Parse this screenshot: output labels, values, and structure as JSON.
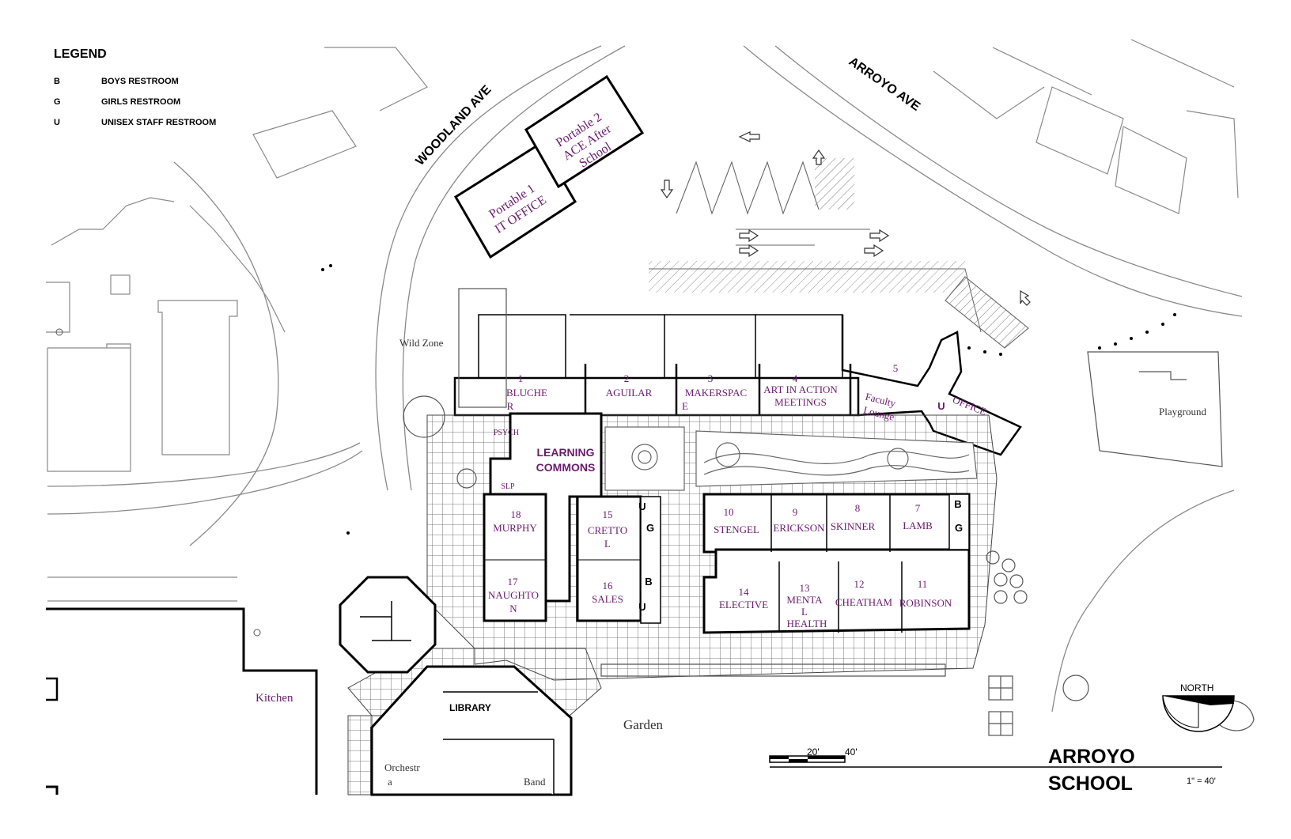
{
  "legend": {
    "title": "LEGEND",
    "items": [
      {
        "code": "B",
        "label": "BOYS RESTROOM"
      },
      {
        "code": "G",
        "label": "GIRLS RESTROOM"
      },
      {
        "code": "U",
        "label": "UNISEX STAFF RESTROOM"
      }
    ]
  },
  "streets": {
    "woodland": "WOODLAND AVE",
    "arroyo": "ARROYO AVE"
  },
  "portables": {
    "p1_line1": "Portable 1",
    "p1_line2": "IT OFFICE",
    "p2_line1": "Portable 2",
    "p2_line2": "ACE After",
    "p2_line3": "School"
  },
  "rooms": {
    "r1_num": "1",
    "r1_a": "BLUCHE",
    "r1_b": "R",
    "r2_num": "2",
    "r2": "AGUILAR",
    "r3_num": "3",
    "r3_a": "MAKERSPAC",
    "r3_b": "E",
    "r4_num": "4",
    "r4_a": "ART IN ACTION",
    "r4_b": "MEETINGS",
    "r5_num": "5",
    "r5_a": "Faculty",
    "r5_b": "Lounge",
    "office": "OFFICE",
    "psych": "PSYCH",
    "slp": "SLP",
    "lc_a": "LEARNING",
    "lc_b": "COMMONS",
    "r18_num": "18",
    "r18": "MURPHY",
    "r17_num": "17",
    "r17_a": "NAUGHTO",
    "r17_b": "N",
    "r15_num": "15",
    "r15_a": "CRETTO",
    "r15_b": "L",
    "r16_num": "16",
    "r16": "SALES",
    "r10_num": "10",
    "r10": "STENGEL",
    "r9_num": "9",
    "r9": "ERICKSON",
    "r8_num": "8",
    "r8": "SKINNER",
    "r7_num": "7",
    "r7": "LAMB",
    "r14_num": "14",
    "r14": "ELECTIVE",
    "r13_num": "13",
    "r13_a": "MENTA",
    "r13_b": "L",
    "r13_c": "HEALTH",
    "r12_num": "12",
    "r12": "CHEATHAM",
    "r11_num": "11",
    "r11": "ROBINSON",
    "restroom_u": "U",
    "restroom_g": "G",
    "restroom_b": "B"
  },
  "areas": {
    "wild_zone": "Wild Zone",
    "playground": "Playground",
    "kitchen": "Kitchen",
    "garden": "Garden",
    "library": "LIBRARY",
    "orchestra_a": "Orchestr",
    "orchestra_b": "a",
    "band": "Band"
  },
  "map_info": {
    "north": "NORTH",
    "scale_20": "20'",
    "scale_40": "40'",
    "title_line1": "ARROYO",
    "title_line2": "SCHOOL",
    "scale_ratio": "1\"  = 40'"
  },
  "colors": {
    "room_label": "#6a1b6e",
    "wall": "#000000",
    "line": "#7a7a7a"
  }
}
